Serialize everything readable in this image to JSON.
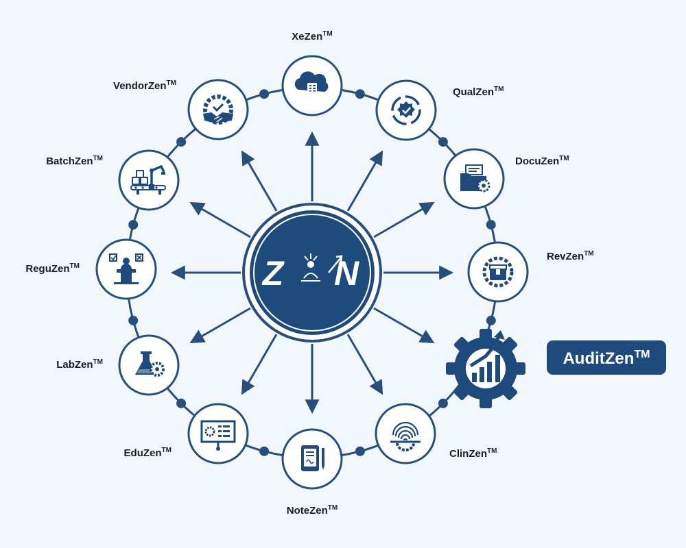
{
  "colors": {
    "background": "#f2f7fc",
    "primary": "#1e4a7c",
    "ring": "#274f7e",
    "node_fill": "#ffffff",
    "label": "#151d2b",
    "badge_text": "#ffffff"
  },
  "hub": {
    "left": "Z",
    "right": "N",
    "icon": "meditating-figure-up-arrow-icon"
  },
  "tm": "TM",
  "nodes": [
    {
      "name": "XeZen",
      "icon": "cloud-checklist-icon"
    },
    {
      "name": "QualZen",
      "icon": "cycle-badge-check-icon"
    },
    {
      "name": "DocuZen",
      "icon": "folder-gear-icon"
    },
    {
      "name": "RevZen",
      "icon": "gear-box-icon"
    },
    {
      "name": "AuditZen",
      "icon": "gear-growth-chart-icon",
      "highlighted": true
    },
    {
      "name": "ClinZen",
      "icon": "fingerprint-gear-icon"
    },
    {
      "name": "NoteZen",
      "icon": "tablet-pen-icon"
    },
    {
      "name": "EduZen",
      "icon": "presentation-board-icon"
    },
    {
      "name": "LabZen",
      "icon": "flask-gear-icon"
    },
    {
      "name": "ReguZen",
      "icon": "podium-checkbox-icon"
    },
    {
      "name": "BatchZen",
      "icon": "conveyor-robot-arm-icon"
    },
    {
      "name": "VendorZen",
      "icon": "gear-handshake-icon"
    }
  ]
}
